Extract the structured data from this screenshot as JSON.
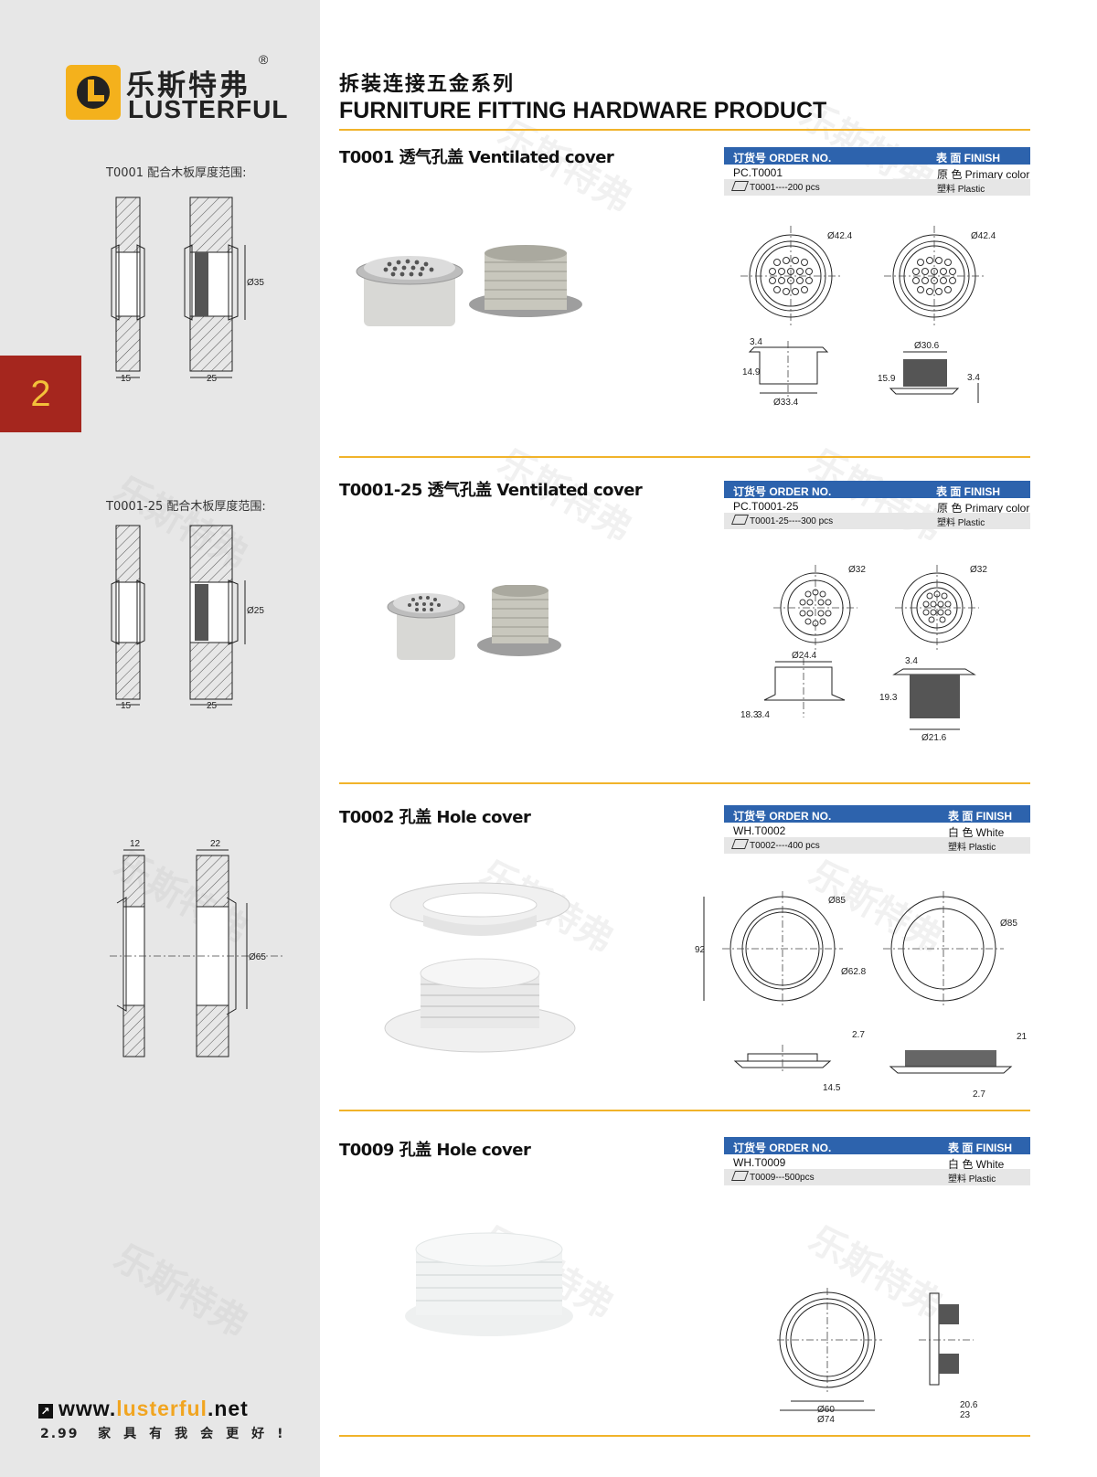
{
  "brand": {
    "name_cn": "乐斯特弗",
    "name_en": "LUSTERFUL",
    "registered": "®"
  },
  "header": {
    "title_cn": "拆装连接五金系列",
    "title_en": "FURNITURE FITTING HARDWARE PRODUCT"
  },
  "sidebar": {
    "chapter": "2",
    "labels": [
      "T0001  配合木板厚度范围:",
      "T0001-25  配合木板厚度范围:"
    ]
  },
  "footer": {
    "url_prefix": "www.",
    "url_accent": "lusterful",
    "url_suffix": ".net",
    "page": "2.99",
    "slogan": "家具有我会更好!"
  },
  "colors": {
    "accent": "#f1b32a",
    "chapter_bg": "#a5261e",
    "table_header": "#2d63ad"
  },
  "products": [
    {
      "title": "T0001 透气孔盖 Ventilated cover",
      "order_label": "订货号 ORDER NO.",
      "finish_label": "表 面 FINISH",
      "order_no": "PC.T0001",
      "finish": "原 色 Primary color",
      "packing": "T0001----200 pcs",
      "material": "塑料 Plastic",
      "dims": {
        "d_outer_1": "Ø42.4",
        "d_outer_2": "Ø42.4",
        "a": "3.4",
        "b": "14.9",
        "c": "Ø33.4",
        "d": "Ø30.6",
        "e": "15.9",
        "f": "3.4",
        "side_dia": "Ø35",
        "side_a": "15",
        "side_b": "25"
      }
    },
    {
      "title": "T0001-25 透气孔盖 Ventilated cover",
      "order_label": "订货号 ORDER NO.",
      "finish_label": "表 面 FINISH",
      "order_no": "PC.T0001-25",
      "finish": "原 色 Primary color",
      "packing": "T0001-25----300 pcs",
      "material": "塑料 Plastic",
      "dims": {
        "d_outer_1": "Ø32",
        "d_outer_2": "Ø32",
        "a": "Ø24.4",
        "b": "18.3",
        "c": "3.4",
        "d": "3.4",
        "e": "19.3",
        "f": "Ø21.6",
        "side_dia": "Ø25",
        "side_a": "15",
        "side_b": "25"
      }
    },
    {
      "title": "T0002 孔盖  Hole cover",
      "order_label": "订货号 ORDER NO.",
      "finish_label": "表 面 FINISH",
      "order_no": "WH.T0002",
      "finish": "白 色 White",
      "packing": "T0002----400 pcs",
      "material": "塑料 Plastic",
      "dims": {
        "d_outer_1": "Ø85",
        "d_outer_2": "Ø85",
        "a": "92",
        "b": "Ø62.8",
        "c": "2.7",
        "d": "14.5",
        "e": "21",
        "f": "2.7",
        "side_dia": "Ø65",
        "side_a": "12",
        "side_b": "22"
      }
    },
    {
      "title": "T0009 孔盖 Hole cover",
      "order_label": "订货号 ORDER NO.",
      "finish_label": "表 面 FINISH",
      "order_no": "WH.T0009",
      "finish": "白 色 White",
      "packing": "T0009---500pcs",
      "material": "塑料 Plastic",
      "dims": {
        "a": "Ø60",
        "b": "Ø74",
        "c": "20.6",
        "d": "23"
      }
    }
  ]
}
